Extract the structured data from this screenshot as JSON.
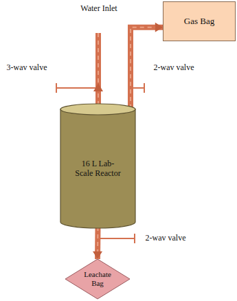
{
  "diagram": {
    "nodes": [
      {
        "text": [
          "Gas Bag"
        ]
      },
      {
        "text": [
          "16 L Lab-Scale Reactor"
        ]
      },
      {
        "text": [
          "Leachate Bag"
        ]
      }
    ],
    "edges": [
      {
        "from": 1,
        "to": 0,
        "arrow": "to"
      },
      {
        "from": 1,
        "to": 2,
        "arrow": "to"
      }
    ],
    "labels": [
      "Water Inlet",
      "3-wav valve",
      "2-wav valve",
      "2-wav valve"
    ]
  }
}
